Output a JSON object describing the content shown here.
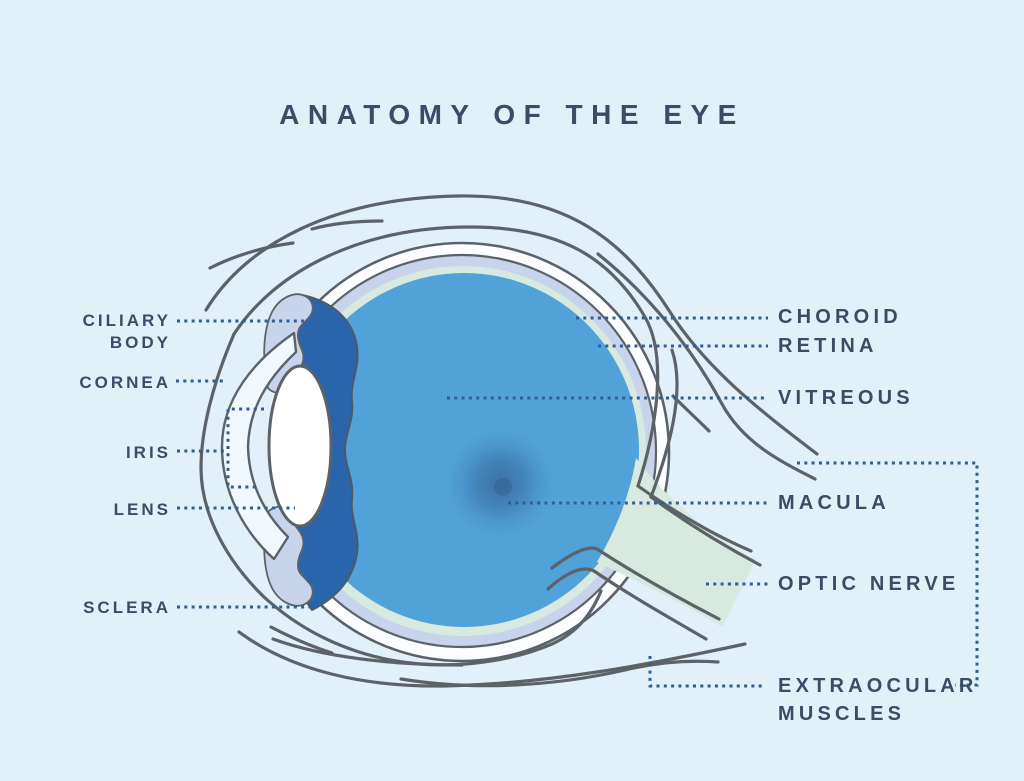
{
  "title": "ANATOMY OF THE EYE",
  "labels": {
    "ciliary_body": "CILIARY\nBODY",
    "cornea": "CORNEA",
    "iris": "IRIS",
    "lens": "LENS",
    "sclera": "SCLERA",
    "choroid": "CHOROID",
    "retina": "RETINA",
    "vitreous": "VITREOUS",
    "macula": "MACULA",
    "optic_nerve": "OPTIC NERVE",
    "extraocular_muscles": "EXTRAOCULAR\nMUSCLES"
  },
  "colors": {
    "background": "#e1f0f9",
    "text": "#3c4c66",
    "leader": "#2d5e95",
    "outline": "#5c6268",
    "sclera_white": "#fbfdfe",
    "choroid_lavender": "#c7d4ec",
    "retina_mint": "#d8eadf",
    "vitreous_blue": "#50a2d9",
    "iris_blue": "#2a64ab",
    "lens_white": "#ffffff",
    "optic_nerve_mint": "#d8eadf",
    "macula_shadow": "#35618f"
  }
}
